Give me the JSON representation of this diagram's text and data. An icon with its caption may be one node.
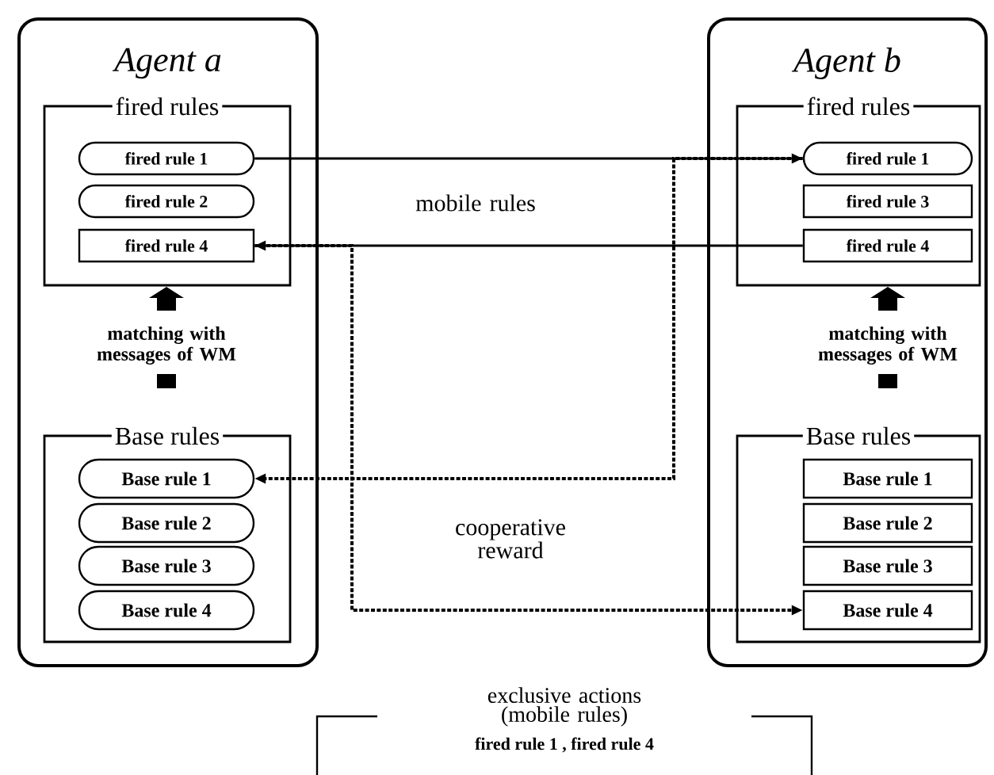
{
  "diagram": {
    "nodes": [
      {
        "text": [
          "Agent a"
        ]
      },
      {
        "text": [
          "fired rules"
        ],
        "in": 0
      },
      {
        "text": [
          "fired rule 1"
        ],
        "in": 1
      },
      {
        "text": [
          "fired rule 2"
        ],
        "in": 1
      },
      {
        "text": [
          "fired rule 4"
        ],
        "in": 1
      },
      {
        "text": [
          "Base rules"
        ],
        "in": 0
      },
      {
        "text": [
          "Base rule 1"
        ],
        "in": 5
      },
      {
        "text": [
          "Base rule 2"
        ],
        "in": 5
      },
      {
        "text": [
          "Base rule 3"
        ],
        "in": 5
      },
      {
        "text": [
          "Base rule 4"
        ],
        "in": 5
      },
      {
        "text": [
          "Agent b"
        ]
      },
      {
        "text": [
          "fired rules"
        ],
        "in": 10
      },
      {
        "text": [
          "fired rule 1"
        ],
        "in": 11
      },
      {
        "text": [
          "fired rule 3"
        ],
        "in": 11
      },
      {
        "text": [
          "fired rule 4"
        ],
        "in": 11
      },
      {
        "text": [
          "Base rules"
        ],
        "in": 10
      },
      {
        "text": [
          "Base rule 1"
        ],
        "in": 15
      },
      {
        "text": [
          "Base rule 2"
        ],
        "in": 15
      },
      {
        "text": [
          "Base rule 3"
        ],
        "in": 15
      },
      {
        "text": [
          "Base rule 4"
        ],
        "in": 15
      },
      {
        "text": [
          "exclusive actions (mobile rules)",
          "fired rule 1 , fired rule 4"
        ]
      }
    ],
    "edges": [
      {
        "from": 2,
        "to": 12,
        "arrow": "to"
      },
      {
        "from": 14,
        "to": 4,
        "arrow": "to"
      },
      {
        "from": 4,
        "to": 19,
        "arrow": "to",
        "style": "dashed"
      },
      {
        "from": 12,
        "to": 6,
        "arrow": "to",
        "style": "dashed"
      }
    ],
    "labels": [
      "matching with messages of WM",
      "matching with messages of WM",
      "mobile rules",
      "cooperative reward"
    ]
  }
}
